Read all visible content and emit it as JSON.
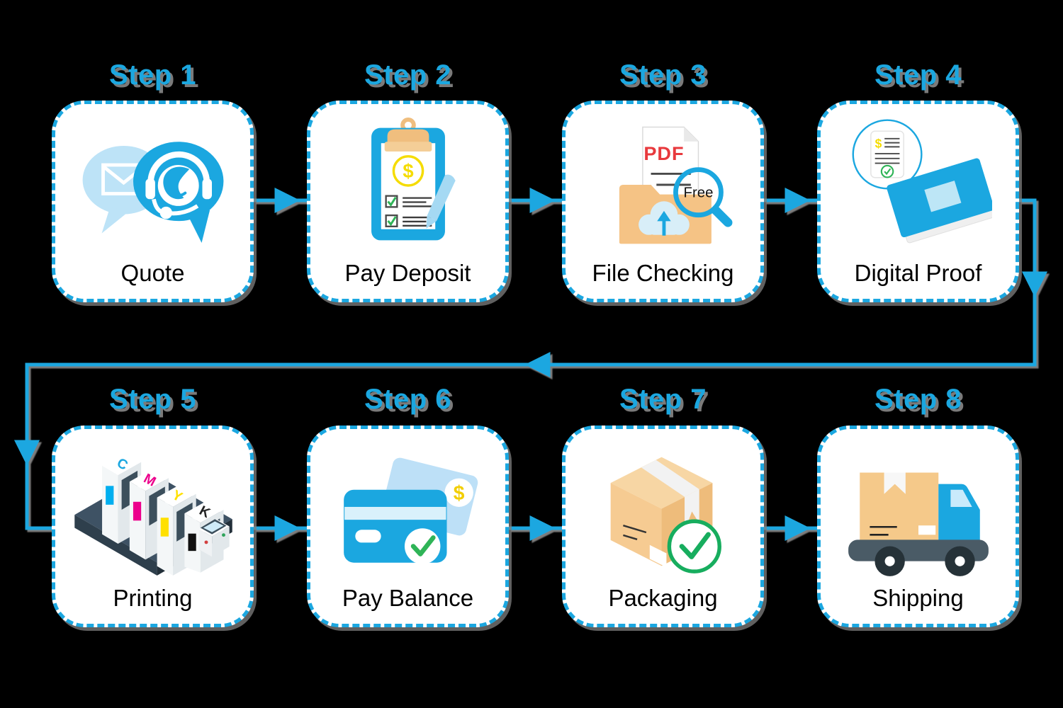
{
  "background_color": "#000000",
  "accent_color": "#1BA7E0",
  "shadow_color": "#7a7a7a",
  "steps": [
    {
      "title": "Step 1",
      "label": "Quote",
      "icon": "chat-support-icon"
    },
    {
      "title": "Step 2",
      "label": "Pay Deposit",
      "icon": "deposit-clipboard-icon"
    },
    {
      "title": "Step 3",
      "label": "File Checking",
      "icon": "file-upload-check-icon"
    },
    {
      "title": "Step 4",
      "label": "Digital Proof",
      "icon": "proof-book-icon"
    },
    {
      "title": "Step 5",
      "label": "Printing",
      "icon": "cmyk-press-icon"
    },
    {
      "title": "Step 6",
      "label": "Pay Balance",
      "icon": "credit-cards-icon"
    },
    {
      "title": "Step 7",
      "label": "Packaging",
      "icon": "package-box-icon"
    },
    {
      "title": "Step 8",
      "label": "Shipping",
      "icon": "delivery-truck-icon"
    }
  ],
  "icon_texts": {
    "pdf_label": "PDF",
    "free_badge": "Free",
    "dollar_sign": "$",
    "cmyk_letters": [
      "C",
      "M",
      "Y",
      "K"
    ]
  },
  "icon_colors": {
    "blue": "#1BA7E0",
    "light_blue": "#BDE3F7",
    "pale_blue": "#D8EEF8",
    "tan": "#F0BE7E",
    "folder_tan": "#F5C385",
    "box_tan": "#F5C98A",
    "yellow": "#F5DC00",
    "green": "#2FB457",
    "pdf_red": "#E8393D",
    "magenta": "#EC008C",
    "cyan": "#00AEEF",
    "slate": "#3C4F5C"
  }
}
